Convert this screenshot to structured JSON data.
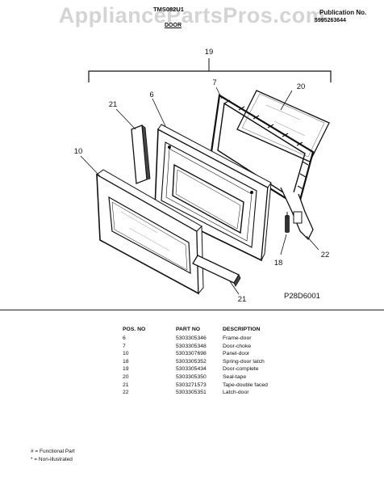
{
  "watermark": "AppliancePartsPros.com",
  "header": {
    "model": "TMS082U1",
    "section": "DOOR",
    "publication_label": "Publication No.",
    "publication_number": "5995263644"
  },
  "diagram": {
    "callouts": [
      "19",
      "7",
      "20",
      "21",
      "6",
      "10",
      "18",
      "22",
      "21"
    ],
    "figure_number": "P28D6001"
  },
  "parts_table": {
    "headers": [
      "POS. NO",
      "PART NO",
      "DESCRIPTION"
    ],
    "rows": [
      {
        "pos": "6",
        "part": "5303305346",
        "desc": "Frame-door"
      },
      {
        "pos": "7",
        "part": "5303305348",
        "desc": "Door-choke"
      },
      {
        "pos": "10",
        "part": "5303307698",
        "desc": "Panel-door"
      },
      {
        "pos": "18",
        "part": "5303305352",
        "desc": "Spring-door latch"
      },
      {
        "pos": "19",
        "part": "5303305434",
        "desc": "Door-complete"
      },
      {
        "pos": "20",
        "part": "5303305350",
        "desc": "Seal-tape"
      },
      {
        "pos": "21",
        "part": "5303271573",
        "desc": "Tape-double faced"
      },
      {
        "pos": "22",
        "part": "5303305351",
        "desc": "Latch-door"
      }
    ]
  },
  "legend": {
    "functional": "# = Functional Part",
    "non_illustrated": "* = Non-illustrated"
  }
}
